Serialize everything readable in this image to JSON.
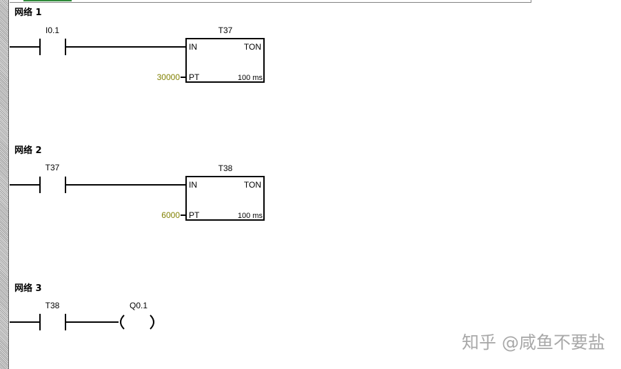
{
  "networks": [
    {
      "title": "网络 1",
      "contact": "I0.1",
      "timer": {
        "name": "T37",
        "type": "TON",
        "in": "IN",
        "pt": "PT",
        "preset": "30000",
        "base": "100 ms"
      }
    },
    {
      "title": "网络 2",
      "contact": "T37",
      "timer": {
        "name": "T38",
        "type": "TON",
        "in": "IN",
        "pt": "PT",
        "preset": "6000",
        "base": "100 ms"
      }
    },
    {
      "title": "网络 3",
      "contact": "T38",
      "coil": "Q0.1"
    }
  ],
  "watermark": "知乎 @咸鱼不要盐",
  "colors": {
    "preset_text": "#808000",
    "watermark": "#a8a8a8"
  }
}
